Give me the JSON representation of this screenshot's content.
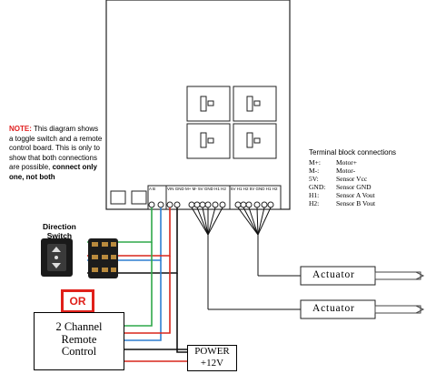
{
  "note": {
    "label": "NOTE:",
    "body": " This diagram shows a toggle switch and a remote control board. This is only to show that both connections are possible, ",
    "emphasis": "connect only one, not both"
  },
  "direction_switch": {
    "line1": "Direction",
    "line2": "Switch"
  },
  "or_label": "OR",
  "remote": {
    "line1": "2 Channel",
    "line2": "Remote",
    "line3": "Control"
  },
  "power": {
    "line1": "POWER",
    "line2": "+12V"
  },
  "terminal_block": {
    "title": "Terminal block connections",
    "rows": [
      {
        "key": "M+:",
        "value": "Motor+"
      },
      {
        "key": "M-:",
        "value": "Motor-"
      },
      {
        "key": "5V:",
        "value": "Sensor Vcc"
      },
      {
        "key": "GND:",
        "value": "Sensor GND"
      },
      {
        "key": "H1:",
        "value": "Sensor A Vout"
      },
      {
        "key": "H2:",
        "value": "Sensor B Vout"
      }
    ]
  },
  "actuators": [
    {
      "label": "Actuator"
    },
    {
      "label": "Actuator"
    }
  ],
  "board_terminals": {
    "left": "A  B",
    "mid": "VIN GND  M+  M-  5V GND  H1  H2",
    "right": "5V  H1  H2  5V GND  H1  H2"
  },
  "wire_colors": {
    "green": "#2fa84a",
    "red": "#d9261c",
    "blue": "#2f7fd0",
    "black": "#111111"
  }
}
